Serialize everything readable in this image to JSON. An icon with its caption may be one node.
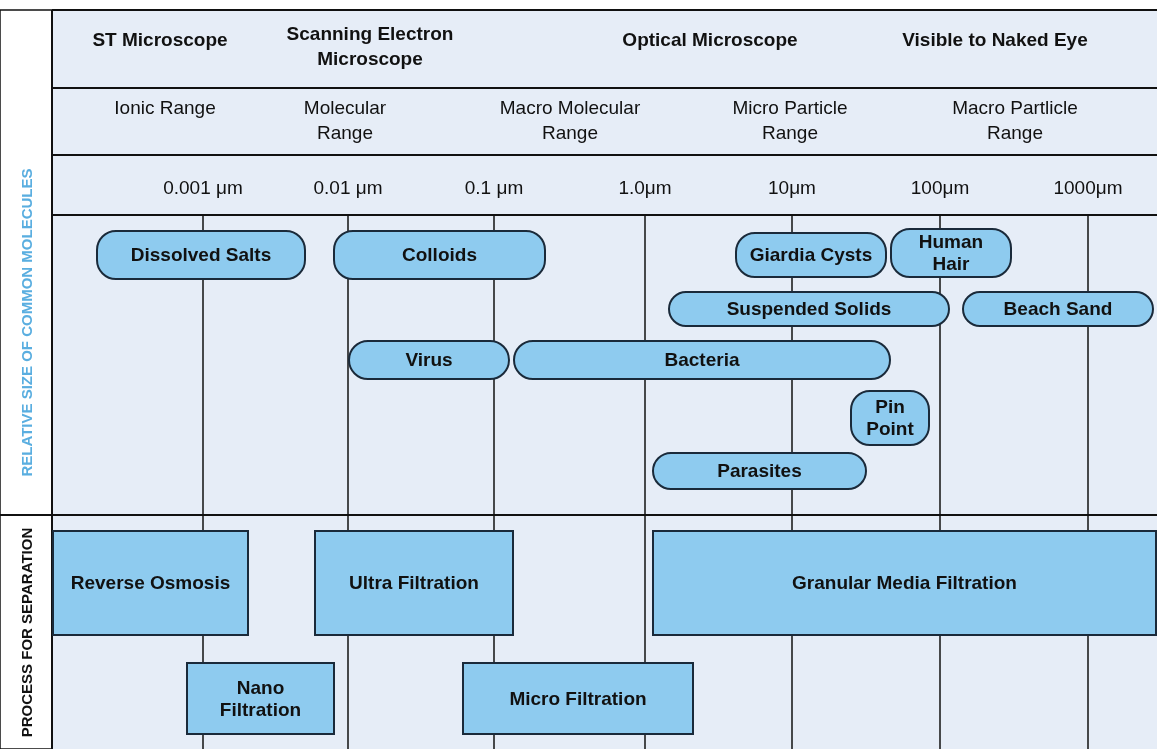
{
  "diagram": {
    "nodes": [
      {
        "text": [
          "Dissolved Salts"
        ]
      },
      {
        "text": [
          "Colloids"
        ]
      },
      {
        "text": [
          "Giardia Cysts"
        ]
      },
      {
        "text": [
          "Human Hair"
        ]
      },
      {
        "text": [
          "Suspended Solids"
        ]
      },
      {
        "text": [
          "Beach Sand"
        ]
      },
      {
        "text": [
          "Virus"
        ]
      },
      {
        "text": [
          "Bacteria"
        ]
      },
      {
        "text": [
          "Pin Point"
        ]
      },
      {
        "text": [
          "Parasites"
        ]
      },
      {
        "text": [
          "Reverse Osmosis"
        ]
      },
      {
        "text": [
          "Ultra Filtration"
        ]
      },
      {
        "text": [
          "Granular Media Filtration"
        ]
      },
      {
        "text": [
          "Nano Filtration"
        ]
      },
      {
        "text": [
          "Micro Filtration"
        ]
      }
    ],
    "edges": [],
    "labels": [
      "ST Microscope",
      "Scanning Electron Microscope",
      "Optical Microscope",
      "Visible to Naked Eye",
      "Ionic Range",
      "Molecular Range",
      "Macro Molecular Range",
      "Micro Particle Range",
      "Macro Partlicle Range",
      "0.001 μm",
      "0.01 μm",
      "0.1 μm",
      "1.0μm",
      "10μm",
      "100μm",
      "1000μm",
      "RELATIVE SIZE OF COMMON MOLECULES",
      "PROCESS FOR SEPARATION"
    ]
  }
}
